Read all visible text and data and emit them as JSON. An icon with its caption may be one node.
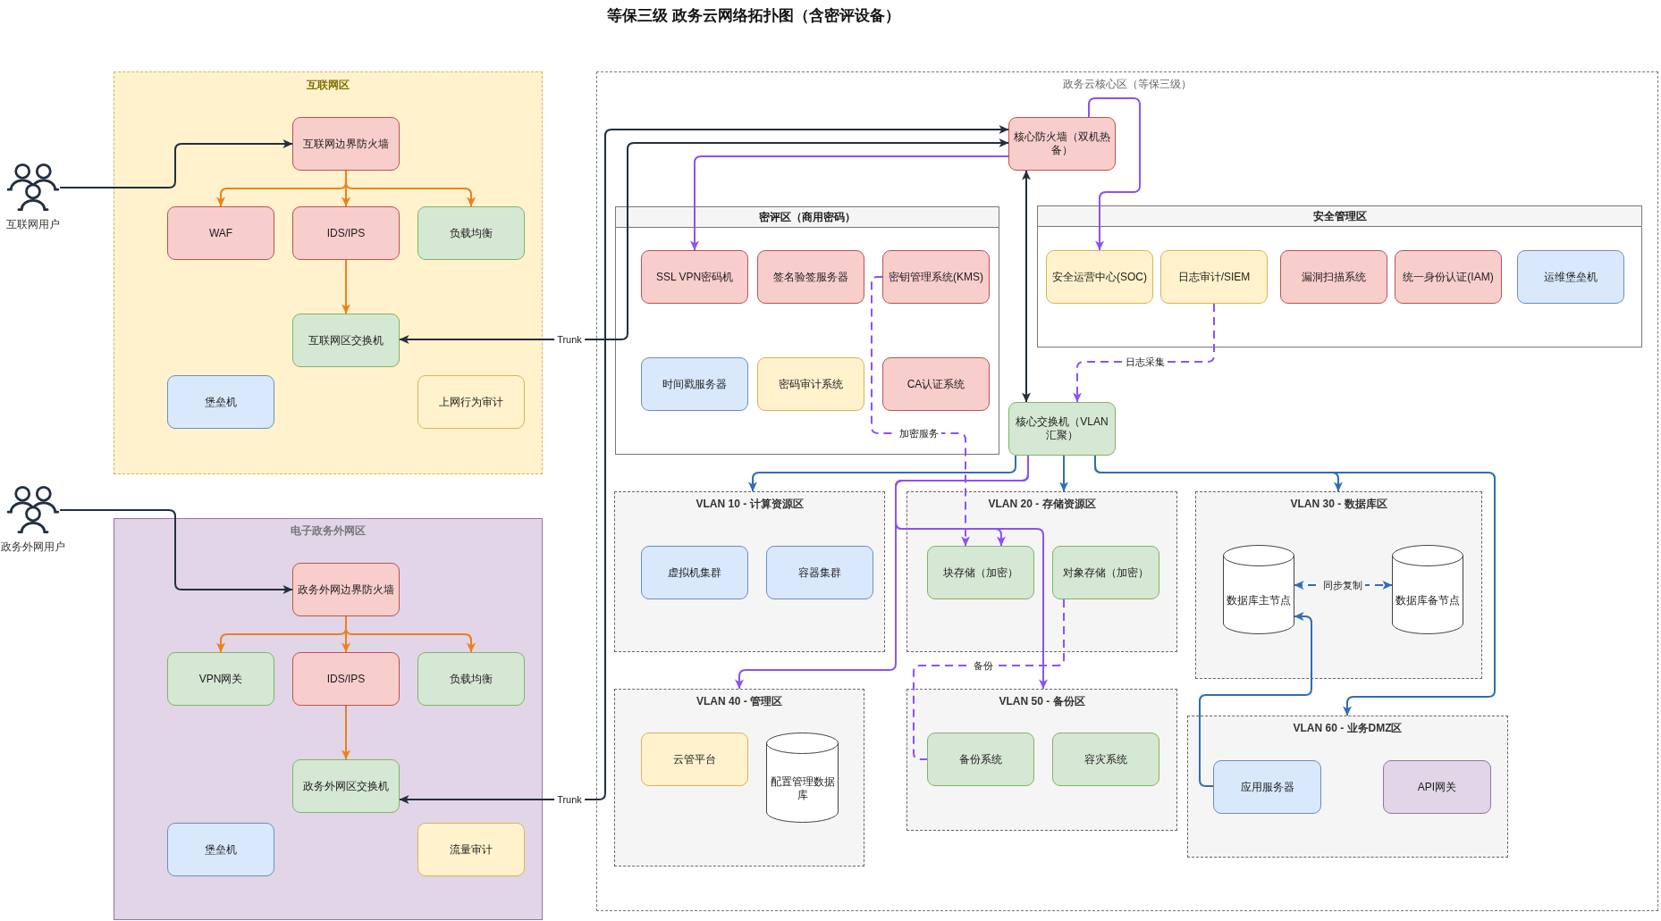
{
  "diagram": {
    "title": "等保三级 政务云网络拓扑图（含密评设备）",
    "nodes": [
      {
        "text": [],
        "shape": "person",
        "beside": [
          "互联网用户"
        ]
      },
      {
        "text": [
          "互联网区"
        ]
      },
      {
        "text": [
          "互联网边界防火墙"
        ],
        "in": 1
      },
      {
        "text": [
          "WAF"
        ],
        "in": 1
      },
      {
        "text": [
          "IDS/IPS"
        ],
        "in": 1
      },
      {
        "text": [
          "负载均衡"
        ],
        "in": 1
      },
      {
        "text": [
          "互联网区交换机"
        ],
        "in": 1
      },
      {
        "text": [
          "堡垒机"
        ],
        "in": 1
      },
      {
        "text": [
          "上网行为审计"
        ],
        "in": 1
      },
      {
        "text": [],
        "shape": "person",
        "beside": [
          "政务外网用户"
        ]
      },
      {
        "text": [
          "电子政务外网区"
        ]
      },
      {
        "text": [
          "政务外网边界防火墙"
        ],
        "in": 10
      },
      {
        "text": [
          "VPN网关"
        ],
        "in": 10
      },
      {
        "text": [
          "IDS/IPS"
        ],
        "in": 10
      },
      {
        "text": [
          "负载均衡"
        ],
        "in": 10
      },
      {
        "text": [
          "政务外网区交换机"
        ],
        "in": 10
      },
      {
        "text": [
          "堡垒机"
        ],
        "in": 10
      },
      {
        "text": [
          "流量审计"
        ],
        "in": 10
      },
      {
        "text": [
          "政务云核心区（等保三级）"
        ]
      },
      {
        "text": [
          "核心防火墙（双机热备）"
        ],
        "in": 18
      },
      {
        "text": [
          "密评区（商用密码）"
        ],
        "in": 18
      },
      {
        "text": [
          "SSL VPN密码机"
        ],
        "in": 20
      },
      {
        "text": [
          "签名验签服务器"
        ],
        "in": 20
      },
      {
        "text": [
          "密钥管理系统(KMS)"
        ],
        "in": 20
      },
      {
        "text": [
          "时间戳服务器"
        ],
        "in": 20
      },
      {
        "text": [
          "密码审计系统"
        ],
        "in": 20
      },
      {
        "text": [
          "CA认证系统"
        ],
        "in": 20
      },
      {
        "text": [
          "安全管理区"
        ],
        "in": 18
      },
      {
        "text": [
          "安全运营中心(SOC)"
        ],
        "in": 27
      },
      {
        "text": [
          "日志审计/SIEM"
        ],
        "in": 27
      },
      {
        "text": [
          "漏洞扫描系统"
        ],
        "in": 27
      },
      {
        "text": [
          "统一身份认证(IAM)"
        ],
        "in": 27
      },
      {
        "text": [
          "运维堡垒机"
        ],
        "in": 27
      },
      {
        "text": [
          "核心交换机（VLAN汇聚）"
        ],
        "in": 18
      },
      {
        "text": [
          "VLAN 10 - 计算资源区"
        ],
        "in": 18
      },
      {
        "text": [
          "虚拟机集群"
        ],
        "in": 34
      },
      {
        "text": [
          "容器集群"
        ],
        "in": 34
      },
      {
        "text": [
          "VLAN 20 - 存储资源区"
        ],
        "in": 18
      },
      {
        "text": [
          "块存储（加密）"
        ],
        "in": 37
      },
      {
        "text": [
          "对象存储（加密）"
        ],
        "in": 37
      },
      {
        "text": [
          "VLAN 30 - 数据库区"
        ],
        "in": 18
      },
      {
        "text": [
          "数据库主节点"
        ],
        "in": 40
      },
      {
        "text": [
          "数据库备节点"
        ],
        "in": 40
      },
      {
        "text": [
          "VLAN 40 - 管理区"
        ],
        "in": 18
      },
      {
        "text": [
          "云管平台"
        ],
        "in": 43
      },
      {
        "text": [
          "配置管理数据库"
        ],
        "in": 43
      },
      {
        "text": [
          "VLAN 50 - 备份区"
        ],
        "in": 18
      },
      {
        "text": [
          "备份系统"
        ],
        "in": 46
      },
      {
        "text": [
          "容灾系统"
        ],
        "in": 46
      },
      {
        "text": [
          "VLAN 60 - 业务DMZ区"
        ],
        "in": 18
      },
      {
        "text": [
          "应用服务器"
        ],
        "in": 49
      },
      {
        "text": [
          "API网关"
        ],
        "in": 49
      }
    ],
    "edges": [
      {
        "from": 0,
        "to": 2,
        "arrow": "to",
        "color": "#232f3e"
      },
      {
        "from": 2,
        "to": 3,
        "arrow": "to"
      },
      {
        "from": 2,
        "to": 4,
        "arrow": "to"
      },
      {
        "from": 2,
        "to": 5,
        "arrow": "to"
      },
      {
        "from": 4,
        "to": 6,
        "arrow": "to"
      },
      {
        "from": 9,
        "to": 11,
        "arrow": "to",
        "color": "#232f3e"
      },
      {
        "from": 11,
        "to": 12,
        "arrow": "to"
      },
      {
        "from": 11,
        "to": 13,
        "arrow": "to"
      },
      {
        "from": 11,
        "to": 14,
        "arrow": "to"
      },
      {
        "from": 13,
        "to": 15,
        "arrow": "to"
      },
      {
        "from": 19,
        "to": 6,
        "arrow": "both",
        "label": "Trunk",
        "color": "#232f3e"
      },
      {
        "from": 19,
        "to": 15,
        "arrow": "both",
        "label": "Trunk",
        "color": "#232f3e"
      },
      {
        "from": 19,
        "to": 21,
        "arrow": "to",
        "color": "#8c52f5"
      },
      {
        "from": 19,
        "to": 28,
        "arrow": "to",
        "color": "#8c52f5"
      },
      {
        "from": 19,
        "to": 33,
        "arrow": "both",
        "color": "#232f3e"
      },
      {
        "from": 29,
        "to": 33,
        "arrow": "to",
        "label": "日志采集",
        "style": "dashed",
        "color": "#8c52f5"
      },
      {
        "from": 23,
        "to": 38,
        "arrow": "to",
        "label": "加密服务",
        "style": "dashed",
        "color": "#8c52f5"
      },
      {
        "from": 33,
        "to": 34,
        "arrow": "to",
        "color": "#2f6eb3"
      },
      {
        "from": 33,
        "to": 37,
        "arrow": "to",
        "color": "#2f6eb3"
      },
      {
        "from": 33,
        "to": 40,
        "arrow": "to",
        "color": "#2f6eb3"
      },
      {
        "from": 33,
        "to": 49,
        "arrow": "to",
        "color": "#2f6eb3"
      },
      {
        "from": 33,
        "to": 43,
        "arrow": "to",
        "color": "#8c52f5"
      },
      {
        "from": 33,
        "to": 38,
        "arrow": "to",
        "color": "#8c52f5"
      },
      {
        "from": 33,
        "to": 46,
        "arrow": "to",
        "color": "#8c52f5"
      },
      {
        "from": 39,
        "to": 47,
        "arrow": "none",
        "label": "备份",
        "style": "dashed",
        "color": "#8c52f5"
      },
      {
        "from": 41,
        "to": 42,
        "arrow": "both",
        "label": "同步复制",
        "style": "dashed",
        "color": "#2f6eb3"
      },
      {
        "from": 50,
        "to": 41,
        "arrow": "to",
        "color": "#2f6eb3"
      }
    ]
  }
}
